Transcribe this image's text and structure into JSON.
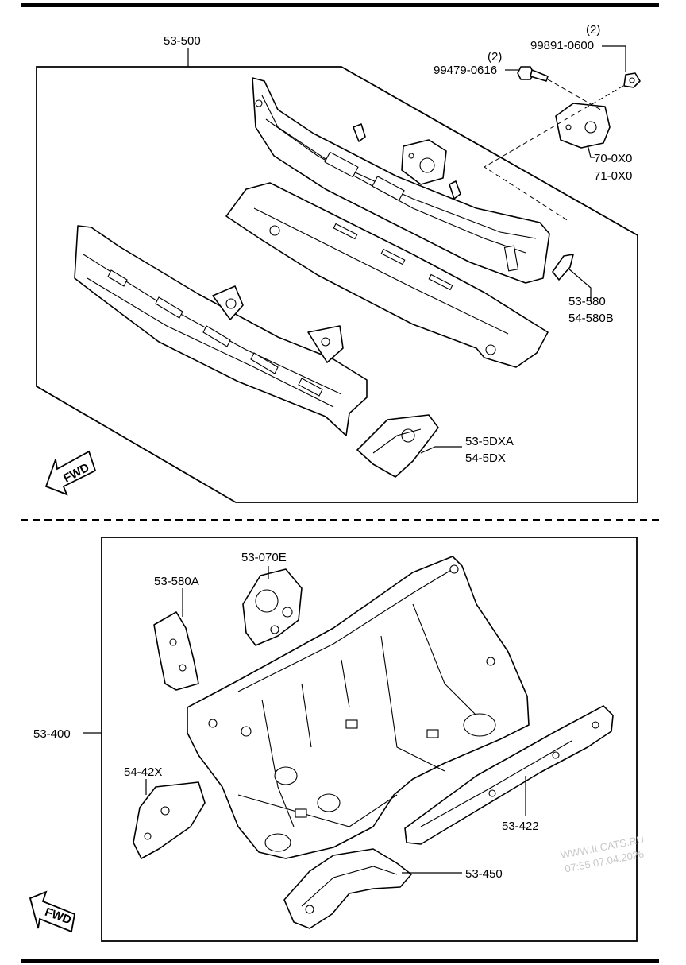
{
  "upper_group": {
    "main_label": "53-500",
    "parts": [
      {
        "qty": "(2)",
        "part_no": "99891-0600"
      },
      {
        "qty": "(2)",
        "part_no": "99479-0616"
      },
      {
        "line1": "70-0X0",
        "line2": "71-0X0"
      },
      {
        "line1": "53-580",
        "line2": "54-580B"
      },
      {
        "line1": "53-5DXA",
        "line2": "54-5DX"
      }
    ],
    "fwd": "FWD"
  },
  "lower_group": {
    "main_label": "53-400",
    "parts": [
      {
        "part_no": "53-070E"
      },
      {
        "part_no": "53-580A"
      },
      {
        "part_no": "54-42X"
      },
      {
        "part_no": "53-422"
      },
      {
        "part_no": "53-450"
      }
    ],
    "fwd": "FWD"
  },
  "watermark": {
    "site": "WWW.ILCATS.RU",
    "timestamp": "07:55 07.04.2026"
  }
}
